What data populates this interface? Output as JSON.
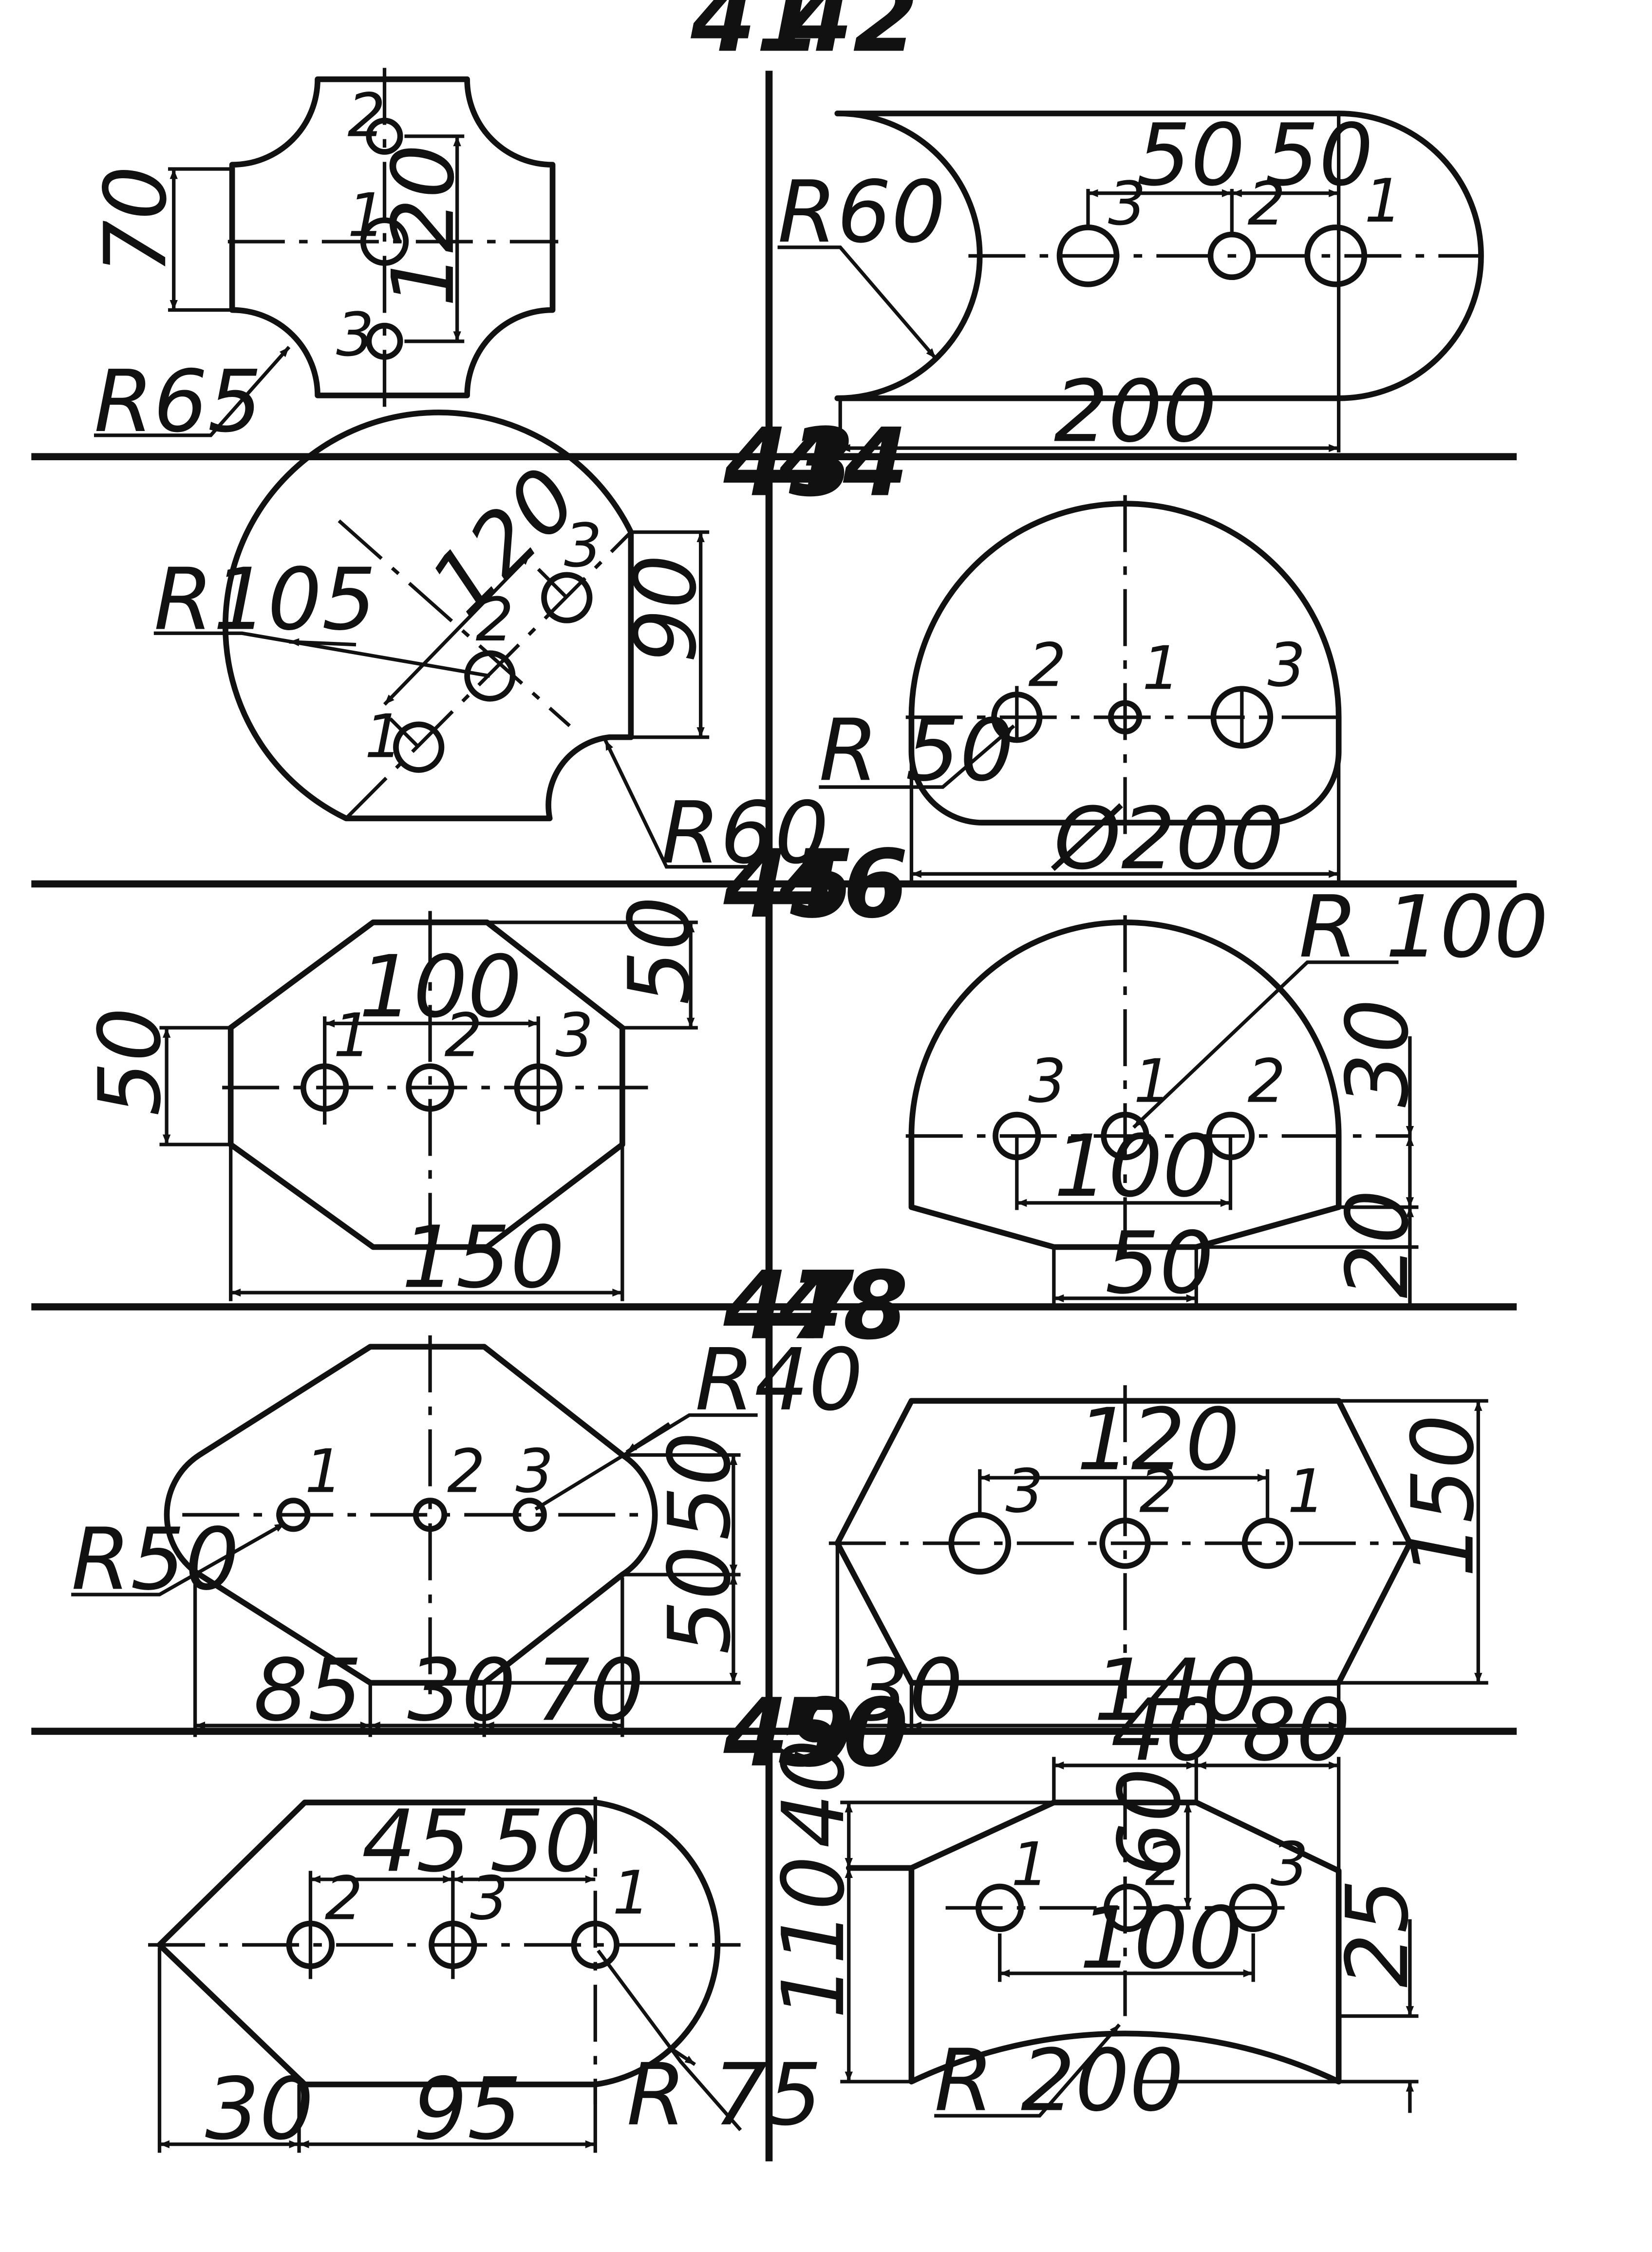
{
  "figures": [
    {
      "number": "41",
      "labels": {
        "r": "R65",
        "h": "70",
        "v": "120",
        "h1": "1",
        "h2": "2",
        "h3": "3"
      }
    },
    {
      "number": "42",
      "labels": {
        "r": "R60",
        "d1": "50",
        "d2": "50",
        "w": "200",
        "h1": "1",
        "h2": "2",
        "h3": "3"
      }
    },
    {
      "number": "43",
      "labels": {
        "r1": "R105",
        "r2": "R60",
        "d": "120",
        "h": "90",
        "h1": "1",
        "h2": "2",
        "h3": "3"
      }
    },
    {
      "number": "44",
      "labels": {
        "r": "R 50",
        "w": "Ø200",
        "h1": "1",
        "h2": "2",
        "h3": "3"
      }
    },
    {
      "number": "45",
      "labels": {
        "d": "100",
        "a": "50",
        "b": "50",
        "w": "150",
        "h1": "1",
        "h2": "2",
        "h3": "3"
      }
    },
    {
      "number": "46",
      "labels": {
        "r": "R 100",
        "d": "100",
        "a": "30",
        "b": "20",
        "w": "50",
        "h1": "1",
        "h2": "2",
        "h3": "3"
      }
    },
    {
      "number": "47",
      "labels": {
        "r1": "R40",
        "r2": "R50",
        "a": "50",
        "b": "50",
        "w1": "85",
        "w2": "30",
        "w3": "70",
        "h1": "1",
        "h2": "2",
        "h3": "3"
      }
    },
    {
      "number": "48",
      "labels": {
        "d": "120",
        "h": "150",
        "w1": "30",
        "w2": "140",
        "h1": "1",
        "h2": "2",
        "h3": "3"
      }
    },
    {
      "number": "49",
      "labels": {
        "d1": "45",
        "d2": "50",
        "w1": "30",
        "w2": "95",
        "r": "R 75",
        "h1": "1",
        "h2": "2",
        "h3": "3"
      }
    },
    {
      "number": "50",
      "labels": {
        "t1": "40",
        "t2": "80",
        "a": "40",
        "b": "60",
        "c": "110",
        "d": "100",
        "e": "25",
        "r": "R 200",
        "h1": "1",
        "h2": "2",
        "h3": "3"
      }
    }
  ]
}
